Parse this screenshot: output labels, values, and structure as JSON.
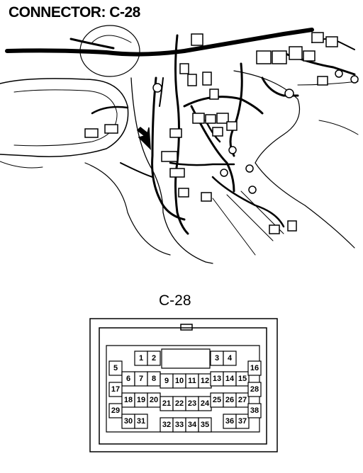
{
  "title": "CONNECTOR: C-28",
  "connector_label": "C-28",
  "pins": [
    "1",
    "2",
    "3",
    "4",
    "5",
    "6",
    "7",
    "8",
    "9",
    "10",
    "11",
    "12",
    "13",
    "14",
    "15",
    "16",
    "17",
    "18",
    "19",
    "20",
    "21",
    "22",
    "23",
    "24",
    "25",
    "26",
    "27",
    "28",
    "29",
    "30",
    "31",
    "32",
    "33",
    "34",
    "35",
    "36",
    "37",
    "38"
  ]
}
